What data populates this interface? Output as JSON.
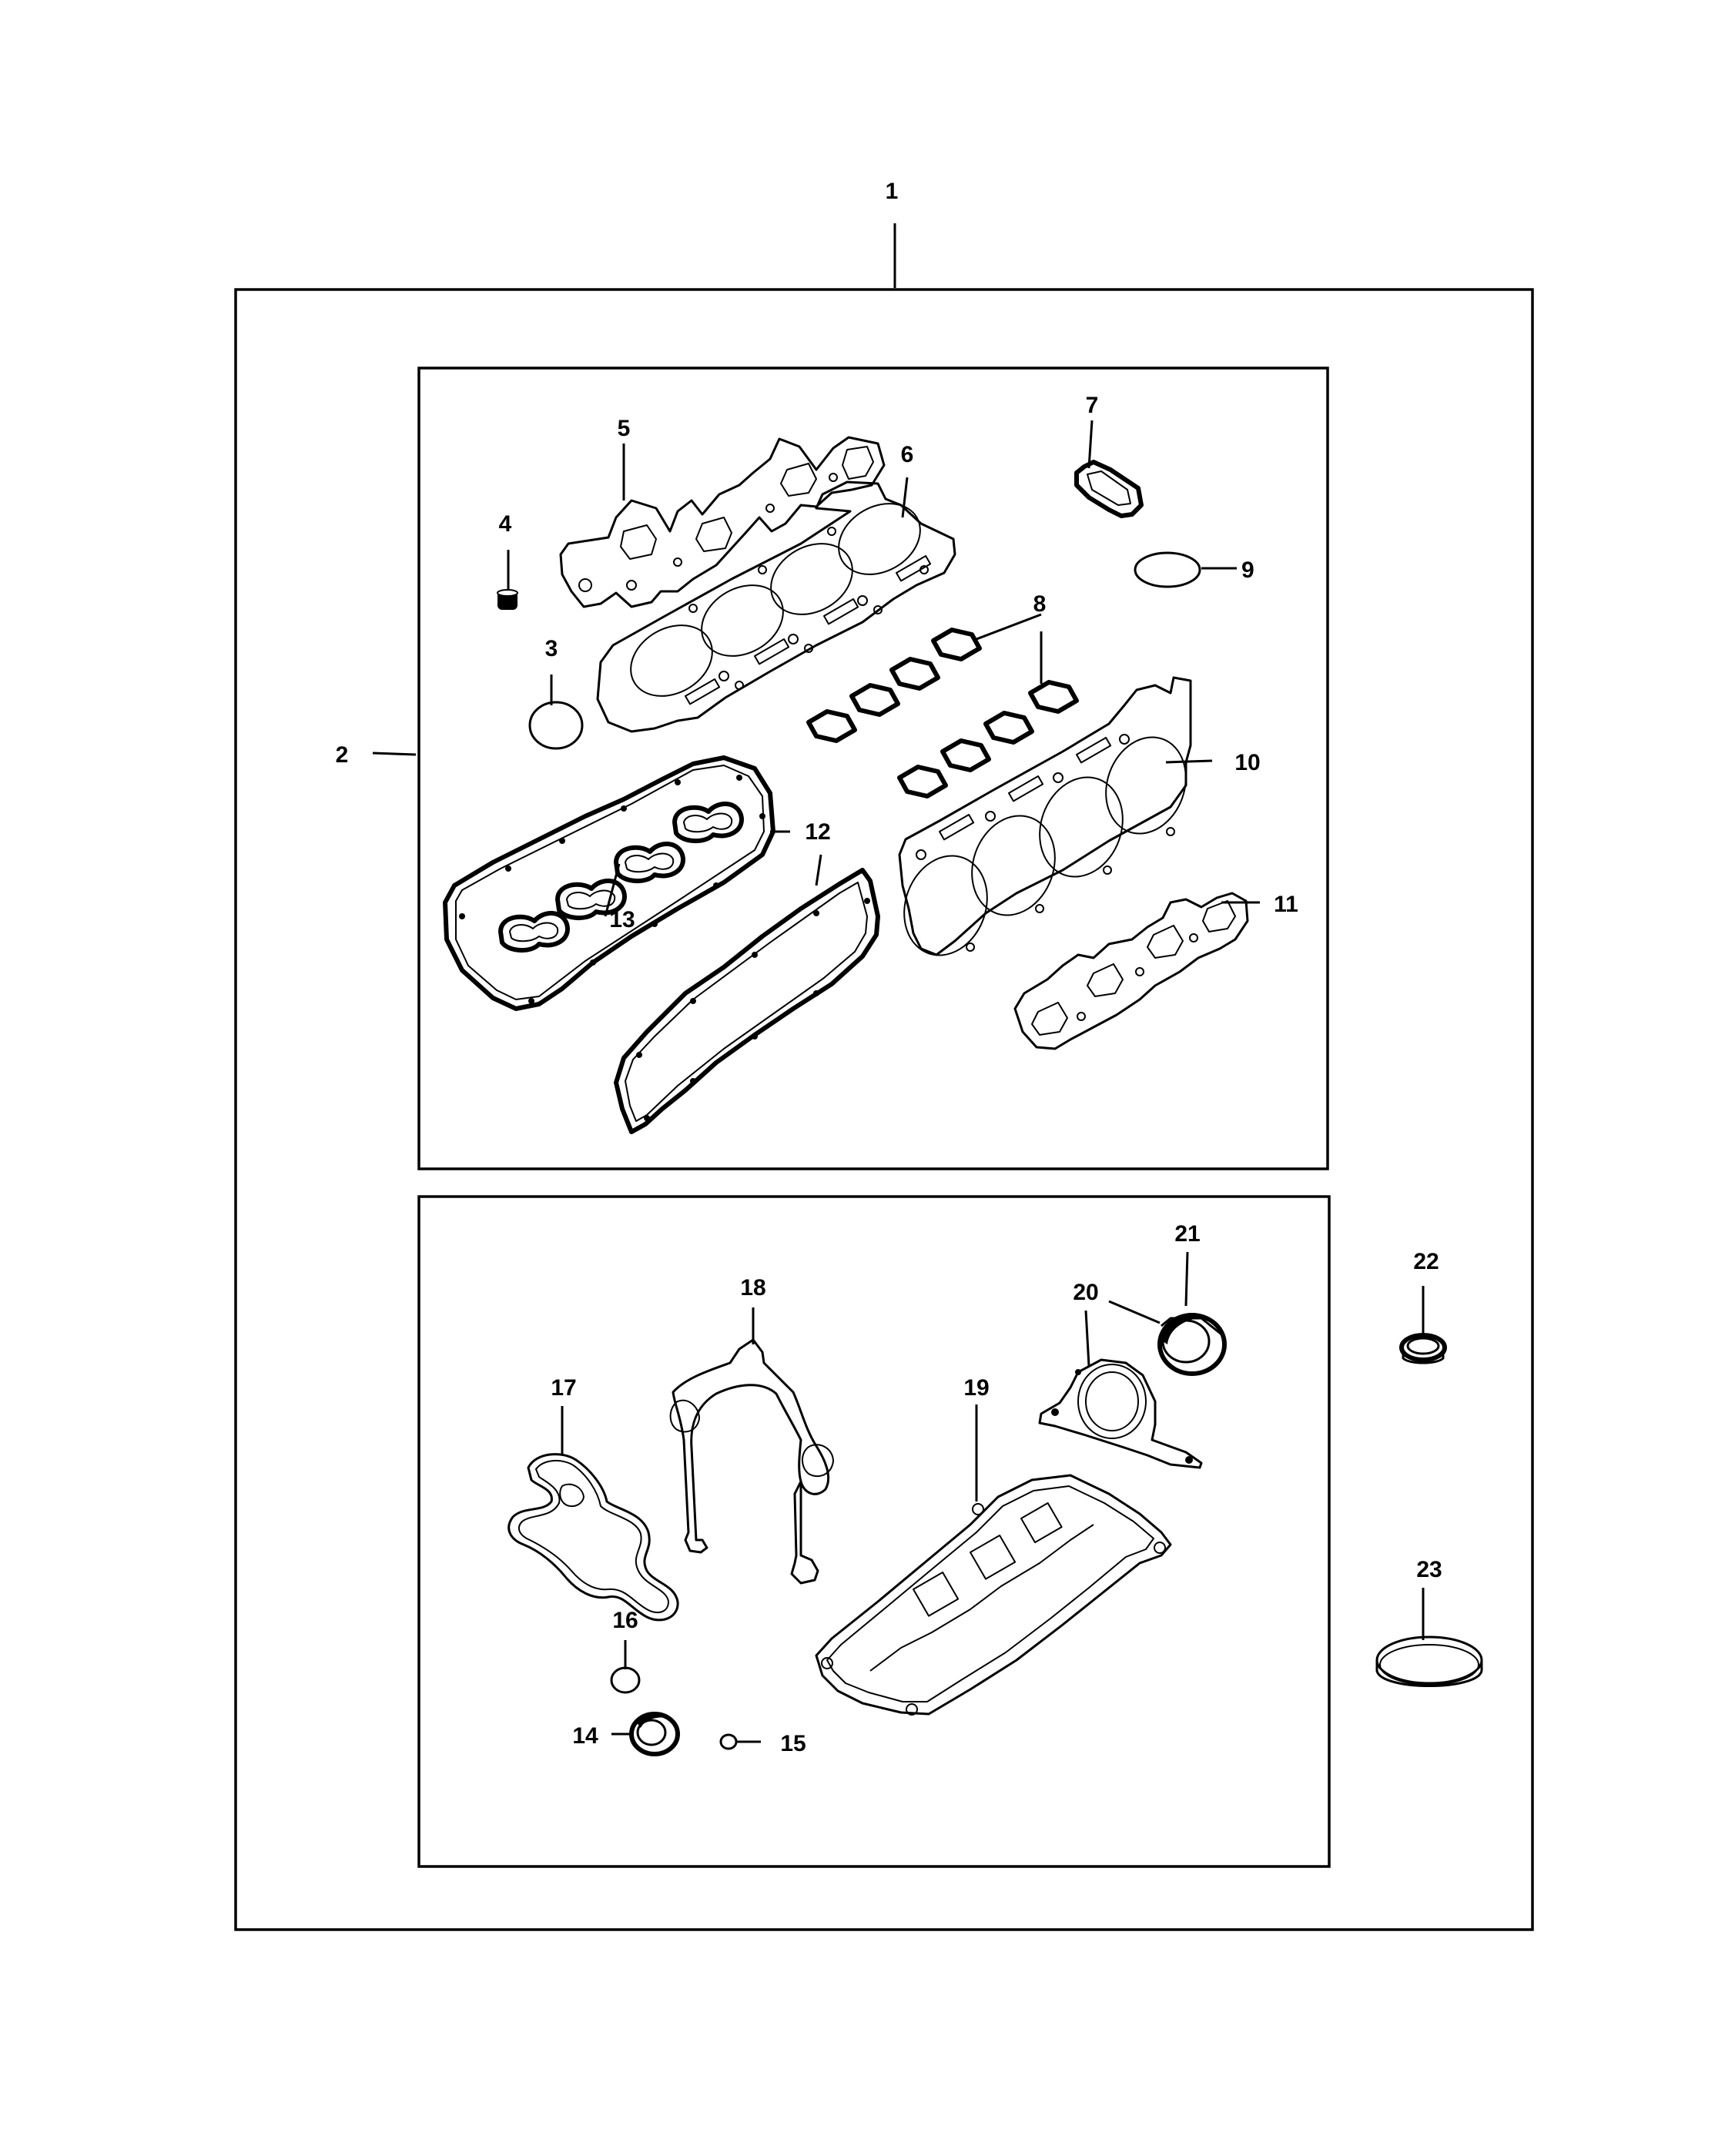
{
  "callouts": {
    "c1": "1",
    "c2": "2",
    "c3": "3",
    "c4": "4",
    "c5": "5",
    "c6": "6",
    "c7": "7",
    "c8a": "8",
    "c8b": "8",
    "c9": "9",
    "c10": "10",
    "c11": "11",
    "c12a": "12",
    "c12b": "12",
    "c13": "13",
    "c14": "14",
    "c15": "15",
    "c16": "16",
    "c17": "17",
    "c18": "18",
    "c19": "19",
    "c20": "20",
    "c21": "21",
    "c22": "22",
    "c23": "23"
  }
}
